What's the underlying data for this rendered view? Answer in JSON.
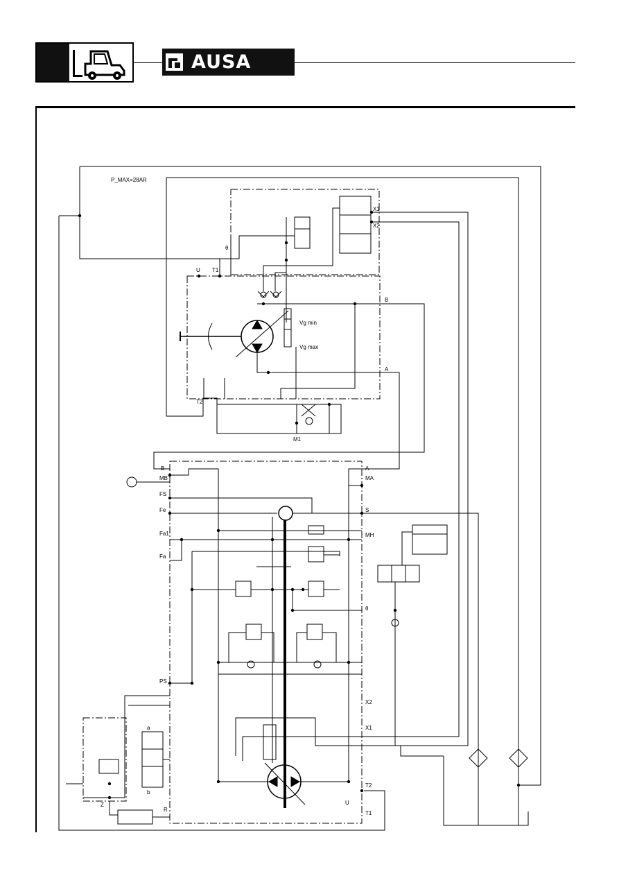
{
  "header": {
    "brand": "AUSA"
  },
  "labels": {
    "pmax": "P_MAX=28AR",
    "u": "U",
    "t1_top": "T1",
    "t2_top": "T2",
    "x1_top": "X1",
    "x2_top": "X2",
    "b_pump": "B",
    "a_pump": "A",
    "theta_top": "θ",
    "vg_min": "Vg min",
    "vg_max": "Vg max",
    "m1": "M1",
    "b_motor": "B",
    "a_motor": "A",
    "mb": "MB",
    "ma": "MA",
    "fs": "FS",
    "fe": "Fe",
    "s": "S",
    "fa1": "Fa1",
    "mh": "MH",
    "fa": "Fa",
    "theta_mid": "θ",
    "ps": "PS",
    "x2_bot": "X2",
    "x1_bot": "X1",
    "t2_bot": "T2",
    "t1_bot": "T1",
    "u_bot": "U",
    "z": "Z",
    "r": "R",
    "a_valve": "a",
    "b_valve": "b"
  }
}
